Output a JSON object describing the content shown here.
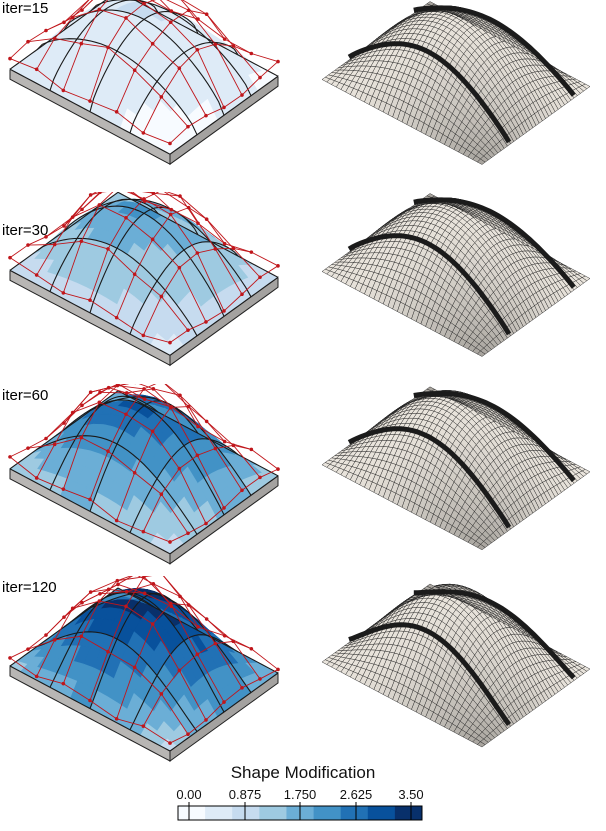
{
  "panels": [
    {
      "label": "iter=15",
      "mod": 0.2
    },
    {
      "label": "iter=30",
      "mod": 0.55
    },
    {
      "label": "iter=60",
      "mod": 0.8
    },
    {
      "label": "iter=120",
      "mod": 1.0
    }
  ],
  "colorbar": {
    "title": "Shape Modification",
    "ticks": [
      "0.00",
      "0.875",
      "1.750",
      "2.625",
      "3.50"
    ],
    "range": [
      0,
      3.5
    ],
    "colors": [
      "#f7fbff",
      "#deebf7",
      "#c6dbef",
      "#9ecae1",
      "#6baed6",
      "#4292c6",
      "#2171b5",
      "#08519c",
      "#08306b"
    ]
  },
  "colors": {
    "control_net": "#c0161b",
    "mesh_fill": "#e9e4dc",
    "mesh_line": "#222222"
  }
}
